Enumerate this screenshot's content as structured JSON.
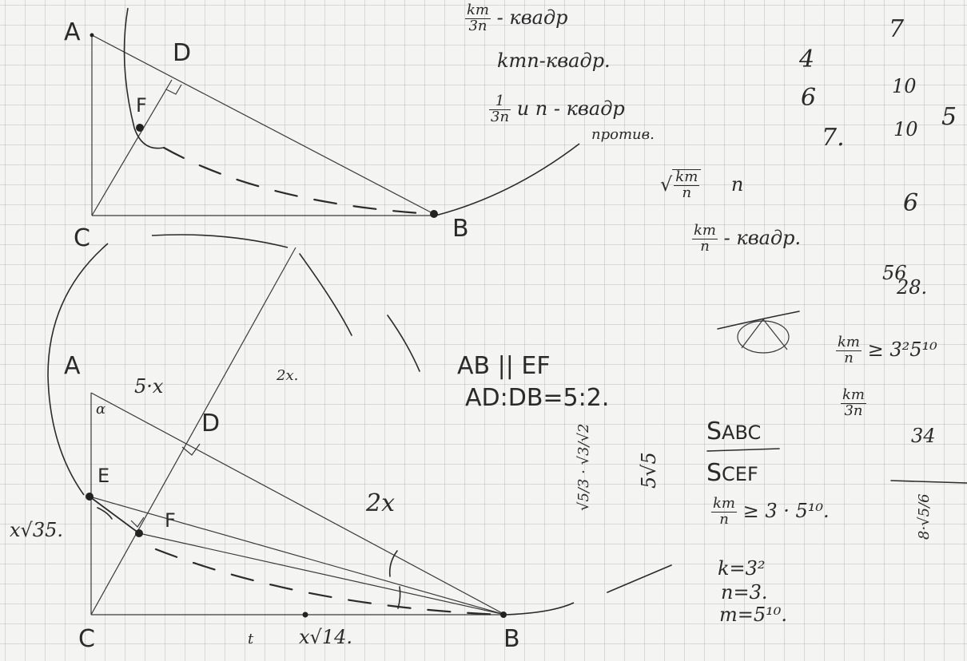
{
  "figure_top": {
    "points": {
      "A": "A",
      "D": "D",
      "F": "F",
      "C": "C",
      "B": "B"
    }
  },
  "figure_bottom": {
    "points": {
      "A": "A",
      "D": "D",
      "E": "E",
      "F": "F",
      "C": "C",
      "B": "B"
    },
    "labels": {
      "seg_5x": "5·x",
      "seg_2x_top": "2x.",
      "seg_2x": "2x",
      "ae_alpha": "α",
      "side_left": "x√35.",
      "side_t": "t",
      "side_bottom": "x√14."
    }
  },
  "notes": {
    "top_frac_num": "km",
    "top_frac_den": "3n",
    "top_line1": "- квадр",
    "top_line2": "kmn-квадр.",
    "top_line3_num": "1",
    "top_line3_den": "3n",
    "top_line3": "и  n - квадр",
    "top_line4": "npотив.",
    "sqrt_num": "km",
    "sqrt_den": "n",
    "sqrt_after": "n",
    "frac2_num": "km",
    "frac2_den": "n",
    "frac2_after": "- квадр.",
    "col1": [
      "4",
      "6",
      "7."
    ],
    "col2": [
      "7",
      "10",
      "10",
      "5"
    ],
    "col_six": "6",
    "col_56": "56",
    "col_28": "28.",
    "parallel": "AB || EF",
    "ratio": "AD:DB=5:2.",
    "ineq1_num": "km",
    "ineq1_den": "n",
    "ineq1_rhs": "≥ 3²5¹⁰",
    "frac3_num": "km",
    "frac3_den": "3n",
    "sabc": "S",
    "sabc_sub": "ABC",
    "scef": "S",
    "scef_sub": "CEF",
    "ineq2_num": "km",
    "ineq2_den": "n",
    "ineq2_rhs": "≥ 3 · 5¹⁰.",
    "k_val": "k=3²",
    "n_val": "n=3.",
    "m_val": "m=5¹⁰.",
    "vert_frac": "√5/3 · √3/√2",
    "vert_5sqrt": "5√5",
    "side_34": "34",
    "side_right": "8·√5/6"
  }
}
